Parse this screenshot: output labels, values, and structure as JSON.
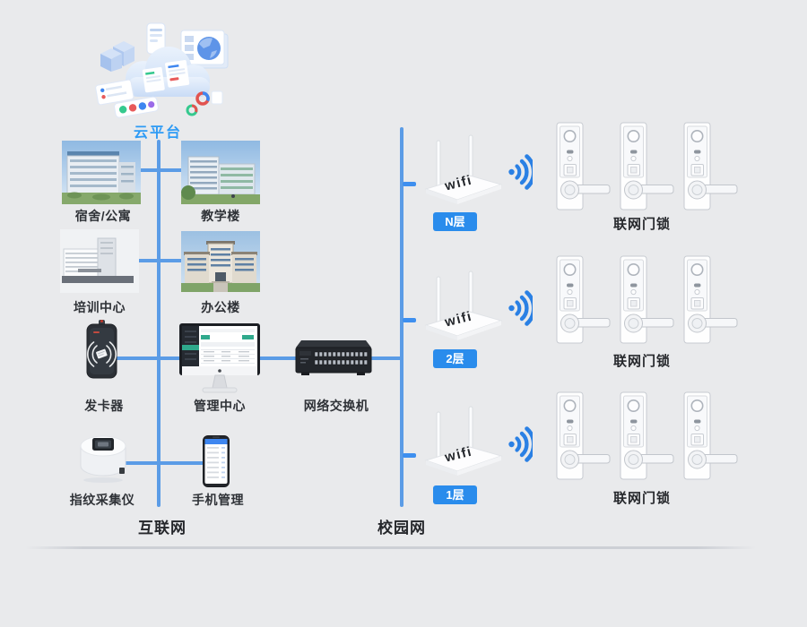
{
  "cloud_platform": {
    "label": "云平台"
  },
  "internet": {
    "label": "互联网",
    "buildings": [
      {
        "label": "宿舍/公寓"
      },
      {
        "label": "教学楼"
      },
      {
        "label": "培训中心"
      },
      {
        "label": "办公楼"
      }
    ],
    "devices": [
      {
        "label": "发卡器"
      },
      {
        "label": "管理中心"
      },
      {
        "label": "指纹采集仪"
      },
      {
        "label": "手机管理"
      }
    ]
  },
  "switch": {
    "label": "网络交换机"
  },
  "campus": {
    "label": "校园网",
    "floors": [
      {
        "badge": "N层",
        "router_text": "wifi",
        "locks_label": "联网门锁"
      },
      {
        "badge": "2层",
        "router_text": "wifi",
        "locks_label": "联网门锁"
      },
      {
        "badge": "1层",
        "router_text": "wifi",
        "locks_label": "联网门锁"
      }
    ]
  },
  "colors": {
    "background": "#E9EAEC",
    "connector_line": "#5B9CE6",
    "badge_blue": "#2A8CEC",
    "cloud_label_blue": "#2E9BF5",
    "wifi_icon_blue": "#2A80E4",
    "label_text": "#2F3237"
  }
}
